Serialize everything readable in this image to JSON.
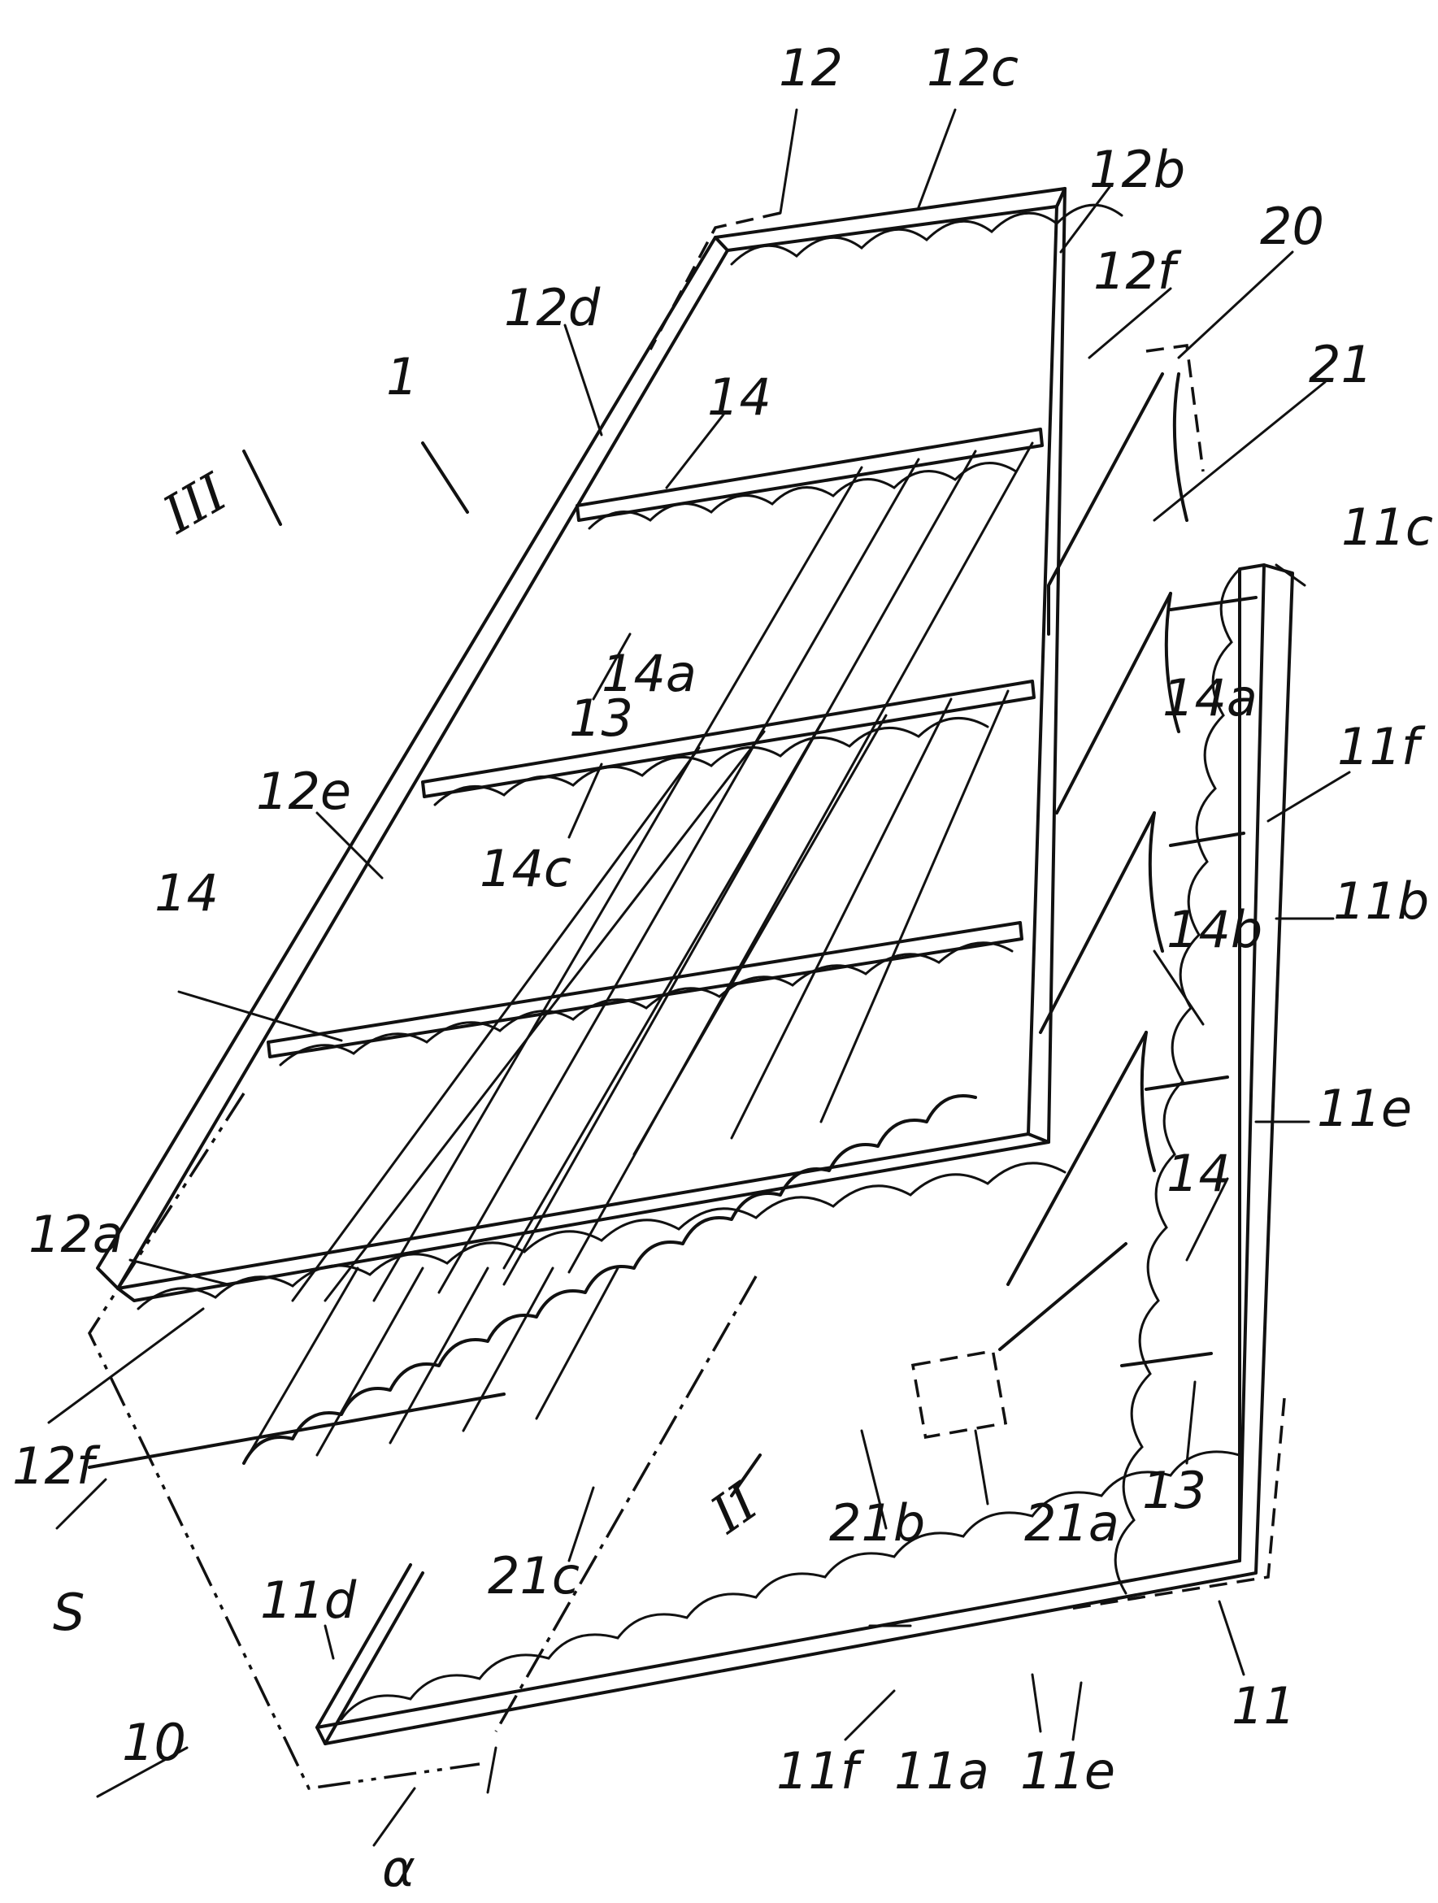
{
  "labels": {
    "l1": "1",
    "l10": "10",
    "l11": "11",
    "l11a": "11a",
    "l11b": "11b",
    "l11c": "11c",
    "l11d": "11d",
    "l11e_right": "11e",
    "l11e_bottom": "11e",
    "l11f_right": "11f",
    "l11f_bottom": "11f",
    "l12": "12",
    "l12a": "12a",
    "l12b": "12b",
    "l12c": "12c",
    "l12d": "12d",
    "l12e": "12e",
    "l12f_top": "12f",
    "l12f_left": "12f",
    "l13_mid": "13",
    "l13_right": "13",
    "l14_top": "14",
    "l14_left": "14",
    "l14_right": "14",
    "l14a_mid": "14a",
    "l14a_right": "14a",
    "l14b": "14b",
    "l14c": "14c",
    "l20": "20",
    "l21": "21",
    "l21a": "21a",
    "l21b": "21b",
    "l21c": "21c",
    "lS": "S",
    "lII": "II",
    "lIII": "III",
    "lalpha": "α"
  }
}
